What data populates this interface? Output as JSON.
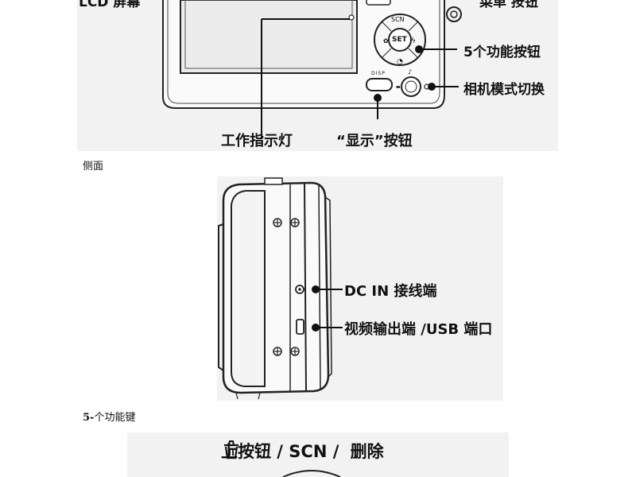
{
  "figure_top": {
    "label_lcd": "LCD 屏幕",
    "label_menu": "菜单 按钮",
    "label_five_buttons": "5个功能按钮",
    "label_mode_switch": "相机模式切换",
    "label_work_light": "工作指示灯",
    "label_display_button": "“显示”按钮",
    "btn_scn": "SCN",
    "btn_set": "SET",
    "btn_disp": "DISP"
  },
  "caption_side": "侧面",
  "figure_side": {
    "label_dc_in": "DC IN 接线端",
    "label_av_usb": "视频输出端 /USB 端口"
  },
  "caption_five_keys": {
    "number": "5-",
    "text": "个功能键"
  },
  "figure_bottom": {
    "label_up": "上按钮 / SCN /",
    "label_delete": "删除",
    "delete_icon": "trash-icon"
  }
}
